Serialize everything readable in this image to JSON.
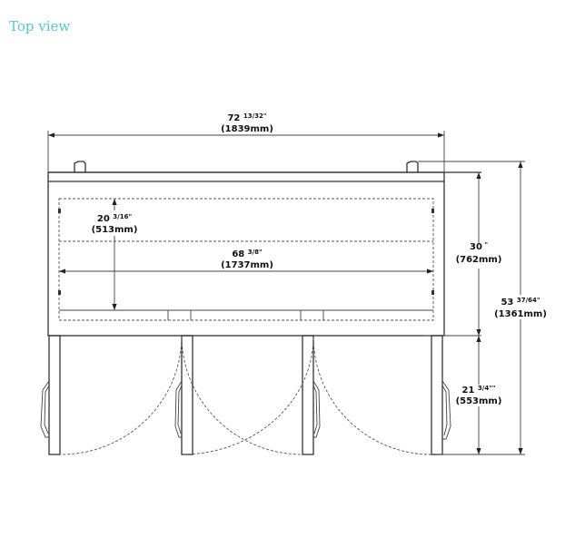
{
  "title": "Top view",
  "dimensions": {
    "overall_width": {
      "whole": "72",
      "fraction": "13/32",
      "mark": "\"",
      "metric": "(1839mm)"
    },
    "interior_width": {
      "whole": "68",
      "fraction": "3/8",
      "mark": "\"",
      "metric": "(1737mm)"
    },
    "interior_depth": {
      "whole": "20",
      "fraction": "3/16",
      "mark": "\"",
      "metric": "(513mm)"
    },
    "cabinet_depth": {
      "whole": "30",
      "fraction": "",
      "mark": " \"",
      "metric": "(762mm)"
    },
    "overall_depth": {
      "whole": "53",
      "fraction": "37/64",
      "mark": "\"",
      "metric": "(1361mm)"
    },
    "door_swing": {
      "whole": "21",
      "fraction": "3/4",
      "mark": "\"\"",
      "metric": "(553mm)"
    }
  }
}
